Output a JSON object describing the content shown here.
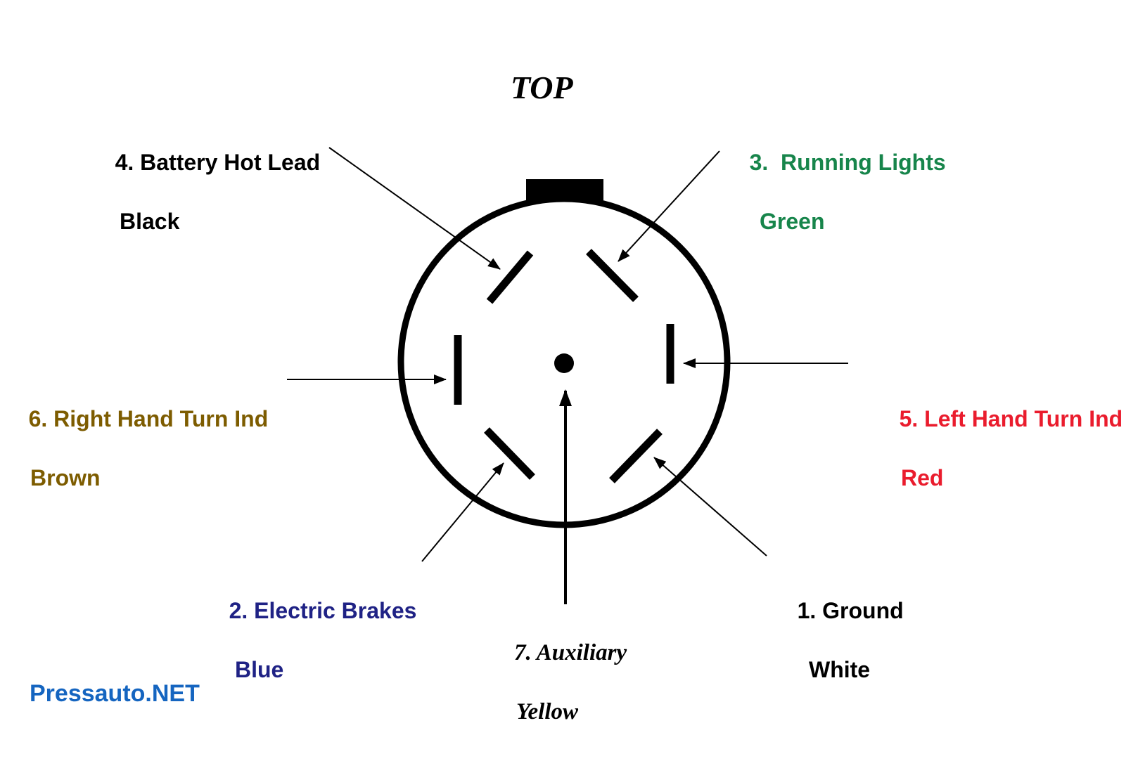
{
  "title": "TOP",
  "watermark": "Pressauto.NET",
  "watermark_color": "#1565c0",
  "pins": {
    "p1": {
      "label": "1. Ground",
      "wire": "White",
      "color": "#000000"
    },
    "p2": {
      "label": "2. Electric Brakes",
      "wire": "Blue",
      "color": "#1f2285"
    },
    "p3": {
      "label": "3.  Running Lights",
      "wire": "Green",
      "color": "#17854b"
    },
    "p4": {
      "label": "4. Battery Hot Lead",
      "wire": "Black",
      "color": "#000000"
    },
    "p5": {
      "label": "5. Left Hand Turn Ind",
      "wire": "Red",
      "color": "#ea1c2d"
    },
    "p6": {
      "label": "6. Right Hand Turn Ind",
      "wire": "Brown",
      "color": "#7d5c00"
    },
    "p7": {
      "label": "7. Auxiliary",
      "wire": "Yellow",
      "color": "#000000"
    }
  }
}
